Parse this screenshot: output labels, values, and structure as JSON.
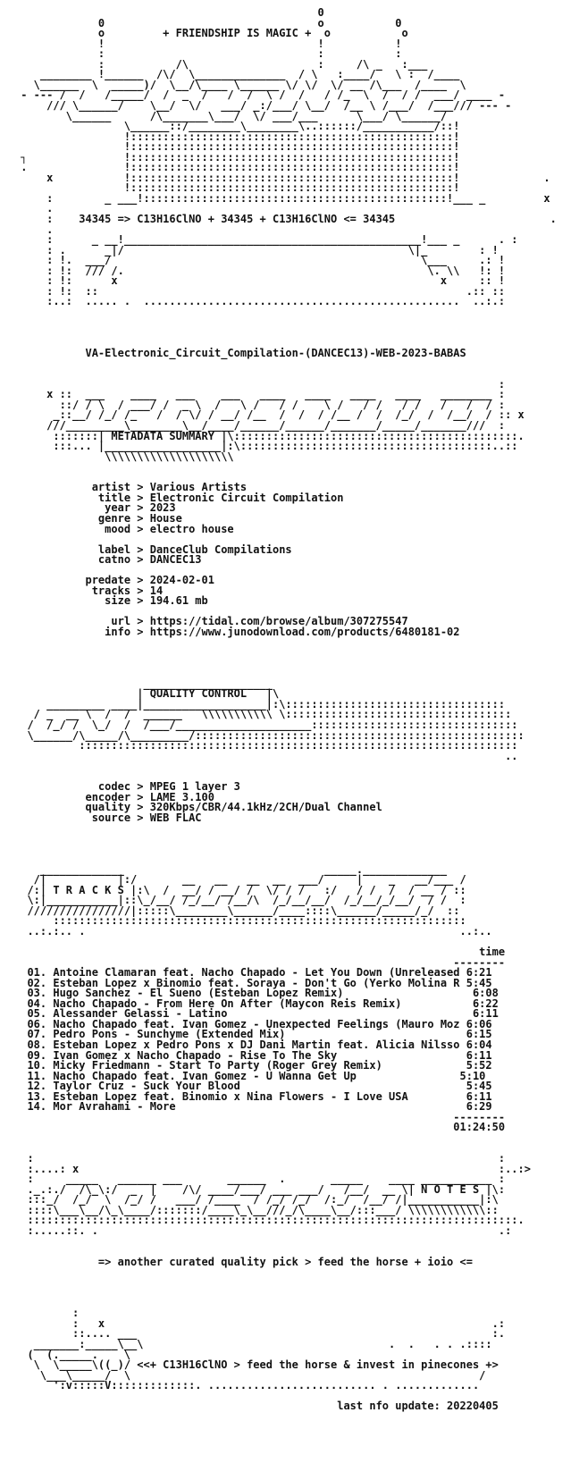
{
  "nfo": {
    "lines": [
      "                                               0",
      "             0                                 o           0",
      "             o         + FRIENDSHIP IS MAGIC +  o           o",
      "             !                                 !           !",
      "             :                                 :           :",
      "             :           /\\                    :     /\\ _   :___",
      "    ________ !______  /\\/  \\______________  / \\   :____/   \\ :  /____",
      "   \\______  \\  _____)/  \\__/\\____ \\______ \\/ \\/  \\/ __ /\\___  /____  \\",
      " - --- /  /   /_____/  /  _  /   /  /  \\ /  /   / /_  \\  /  / /  ___/ ____ -",
      "     /// \\______/    \\__/  \\/   ___/ _:/___/ \\__/  /__ \\ /___/  /___/// --- -",
      "        \\______      /\\_______\\___/  \\/ ___/___      \\___/ \\______/",
      "                 \\______::/________\\________\\..::::::/___________/::!",
      "                 !::::::::::::::::::::::::::::::::::::::::::::::::::!",
      "                 !::::::::::::::::::::::::::::::::::::::::::::::::::!",
      " ┐               !::::::::::::::::::::::::::::::::::::::::::::::::::!",
      " .               !::::::::::::::::::::::::::::::::::::::::::::::::::!",
      "     x           !::::::::::::::::::::::::::::::::::::::::::::::::::!             .",
      "                 !::::::::::::::::::::::::::::::::::::::::::::::::::!",
      "     :        _ ___!:::::::::::::::::::::::::::::::::::::::::::::::!___ _         x",
      "     .",
      "     :    34345 => C13H16ClNO + 34345 + C13H16ClNO <= 34345                        .",
      "     .",
      "     :      _ __!______________________________________________!___ _      . :",
      "     : .      _|/                                            \\|_        : !",
      "     : !.  ___/                                                \\___     .: !",
      "     : !:  /// /.                                               \\. \\\\   !: !",
      "     : !:      x                                                  x     :: !",
      "     : !:  ::                                                         .:: ::",
      "     :..:  ..... .  .................................................  ..:.:",
      "",
      "",
      "",
      "",
      "           VA-Electronic_Circuit_Compilation-(DANCEC13)-WEB-2023-BABAS",
      "",
      "",
      "                                                                           :",
      "     x ::  ___    ____   ___    ___   ____   ____   ____   ____   ________ :",
      "       ::/ / \\  / ___/ /  _ \\  /   \\ /   / /    \\ /   / /   / /   /   /  / :",
      "      _::__/ /_/ /_   /  / \\/ / __/ /__  /  /  / /__ /  /  /_/  /  /__/  / :: x",
      "     ///_________\\________\\__/____/______/______/_______/_____/_______///  :",
      "      :::::::| METADATA SUMMARY |\\::::::::::::::::::::::::::::::::::::::::::::.",
      "      :::... |__________________|:\\:::::::::::::::::::::::::::::::::::::::..::",
      "              \\\\\\\\\\\\\\\\\\\\\\\\\\\\\\\\\\\\\\\\",
      "",
      "",
      "            artist > Various Artists",
      "             title > Electronic Circuit Compilation",
      "              year > 2023",
      "             genre > House",
      "              mood > electro house",
      "",
      "             label > DanceClub Compilations",
      "             catno > DANCEC13",
      "",
      "           predate > 2024-02-01",
      "            tracks > 14",
      "              size > 194.61 mb",
      "",
      "               url > https://tidal.com/browse/album/307275547",
      "              info > https://www.junodownload.com/products/6480181-02",
      "",
      "",
      "",
      "",
      "                    ____________________",
      "                   | QUALITY CONTROL   |\\",
      "     _________ ____|___________________|:\\::::::::::::::::::::::::::::::::::",
      "   / _  __ \\  /  /  ______   \\\\\\\\\\\\\\\\\\\\\\ \\:::::::::::::::::::::::::::::::::::",
      "  /  /_/ /  \\_/  /  /___/_____________________::::::::::::::::::::::::::::::::",
      "  \\______/\\_____/\\_________/:::::::::::::::::::::::::::::::::::::::::::::::::::",
      "          ::::::::::::::::::::::::::::::::::::::::::::::::::::::::::::::::::::",
      "                                                                            ..",
      "",
      "",
      "             codec > MPEG 1 layer 3",
      "           encoder > LAME 3.100",
      "           quality > 320Kbps/CBR/44.1kHz/2CH/Dual Channel",
      "            source > WEB FLAC",
      "",
      "",
      "",
      "",
      "    _____________                               _____._____________",
      "   /|           |:/       __   __   __  __  ___/     |    _   __/___ /",
      "  /:| T R A C K S |:\\  /  __/ / __/ /  \\/ / /   :/   / /  /  / __ / ::",
      "  \\:|___________|::\\_/__/ /_/__/ /__/\\  /_/__/__/  /_/__/_/__/  / /  :",
      "  ////////////////|:::::\\________\\______/____::::\\______/_____/_/  ::",
      "      ::::::::::::::::::::::::::::::::::::::::::::::::::::::::::::::::",
      "  ..:.:.. .                                                          ..:..",
      "",
      "                                                                        time",
      "                                                                    --------",
      "  01. Antoine Clamaran feat. Nacho Chapado - Let You Down (Unreleased 6:21",
      "  02. Esteban Lopez x Binomio feat. Soraya - Don't Go (Yerko Molina R 5:45",
      "  03. Hugo Sanchez - El Sueno (Esteban Lopez Remix)                    6:08",
      "  04. Nacho Chapado - From Here On After (Maycon Reis Remix)           6:22",
      "  05. Alessander Gelassi - Latino                                      6:11",
      "  06. Nacho Chapado feat. Ivan Gomez - Unexpected Feelings (Mauro Moz 6:06",
      "  07. Pedro Pons - Sunchyme (Extended Mix)                            6:15",
      "  08. Esteban Lopez x Pedro Pons x DJ Dani Martin feat. Alicia Nilsso 6:04",
      "  09. Ivan Gomez x Nacho Chapado - Rise To The Sky                    6:11",
      "  10. Micky Friedmann - Start To Party (Roger Grey Remix)             5:52",
      "  11. Nacho Chapado feat. Ivan Gomez - U Wanna Get Up                5:10",
      "  12. Taylor Cruz - Suck Your Blood                                   5:45",
      "  13. Esteban Lopez feat. Binomio x Nina Flowers - I Love USA         6:11",
      "  14. Mor Avrahami - More                                             6:29",
      "                                                                    --------",
      "                                                                    01:24:50",
      "",
      "",
      "  :                                                                        :",
      "  :....: x                                                                 :..:>",
      "  :     _____   ______ ___       ______  .       _____    ____ ___________ :",
      "  ._.:./  /\\_\\:/  _  |    /\\/ ____/___/ ___ ___/   /__/  __ \\| N O T E S |\\:",
      "  :::_/  /_/  \\  /_/ /   ___/ /____  / /_/ /_/  /:_/  /__/ /|___________|:\\",
      "  ::::\\___\\__/\\_\\____/:::::::/____\\_\\__///_/\\____\\__/:::___/ \\\\\\\\\\\\\\\\\\\\\\\\::",
      "  ::::::::::::::::::::::::::::::::::::::::::::::::::::::::::::::::::::::::::::.",
      "  :.....::. .                                                              .:",
      "",
      "",
      "             => another curated quality pick > feed the horse + ioio <=",
      "",
      "",
      "",
      "",
      "         :",
      "         :   x                                                            .:",
      "         ::.... ___                                                       :.",
      "   _______:_____\\__\\                                      .  .   . . .::::",
      "  (  (._____.    \\                                                  ",
      "   \\  \\_____\\((_)/ <<+ C13H16ClNO > feed the horse & invest in pinecones +>",
      "    \\___\\_____/  \\                                                      /",
      "      ':v:::::V:::::::::::::. .......................... . .............",
      "",
      "                                                  last nfo update: 20220405"
    ]
  }
}
